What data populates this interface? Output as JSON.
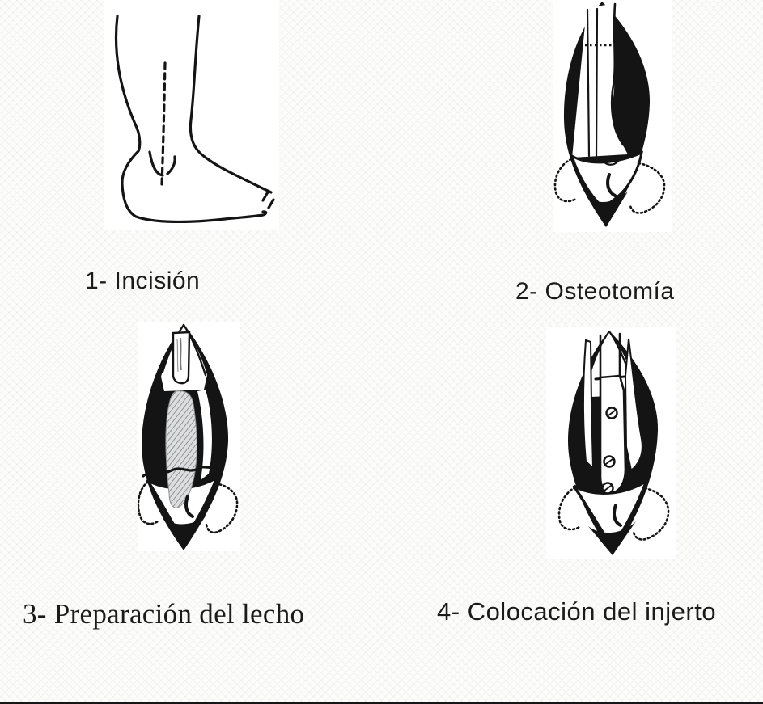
{
  "slide": {
    "type": "presentation-slide",
    "language": "es",
    "background_color": "#fcfcfa",
    "ink_color": "#141414",
    "bed_hatch_color": "#868b8e",
    "bottom_border_color": "#161616"
  },
  "steps": [
    {
      "label": "1- Incisión",
      "figure": "ankle-lateral-view-dashed-incision-drawing"
    },
    {
      "label": "2- Osteotomía",
      "figure": "surgical-window-distal-tibia-osteotomy-drawing"
    },
    {
      "label": "3- Preparación del lecho",
      "figure": "surgical-window-hatched-graft-bed-drawing"
    },
    {
      "label": "4- Colocación del injerto",
      "figure": "surgical-window-graft-with-three-screws-drawing"
    }
  ]
}
